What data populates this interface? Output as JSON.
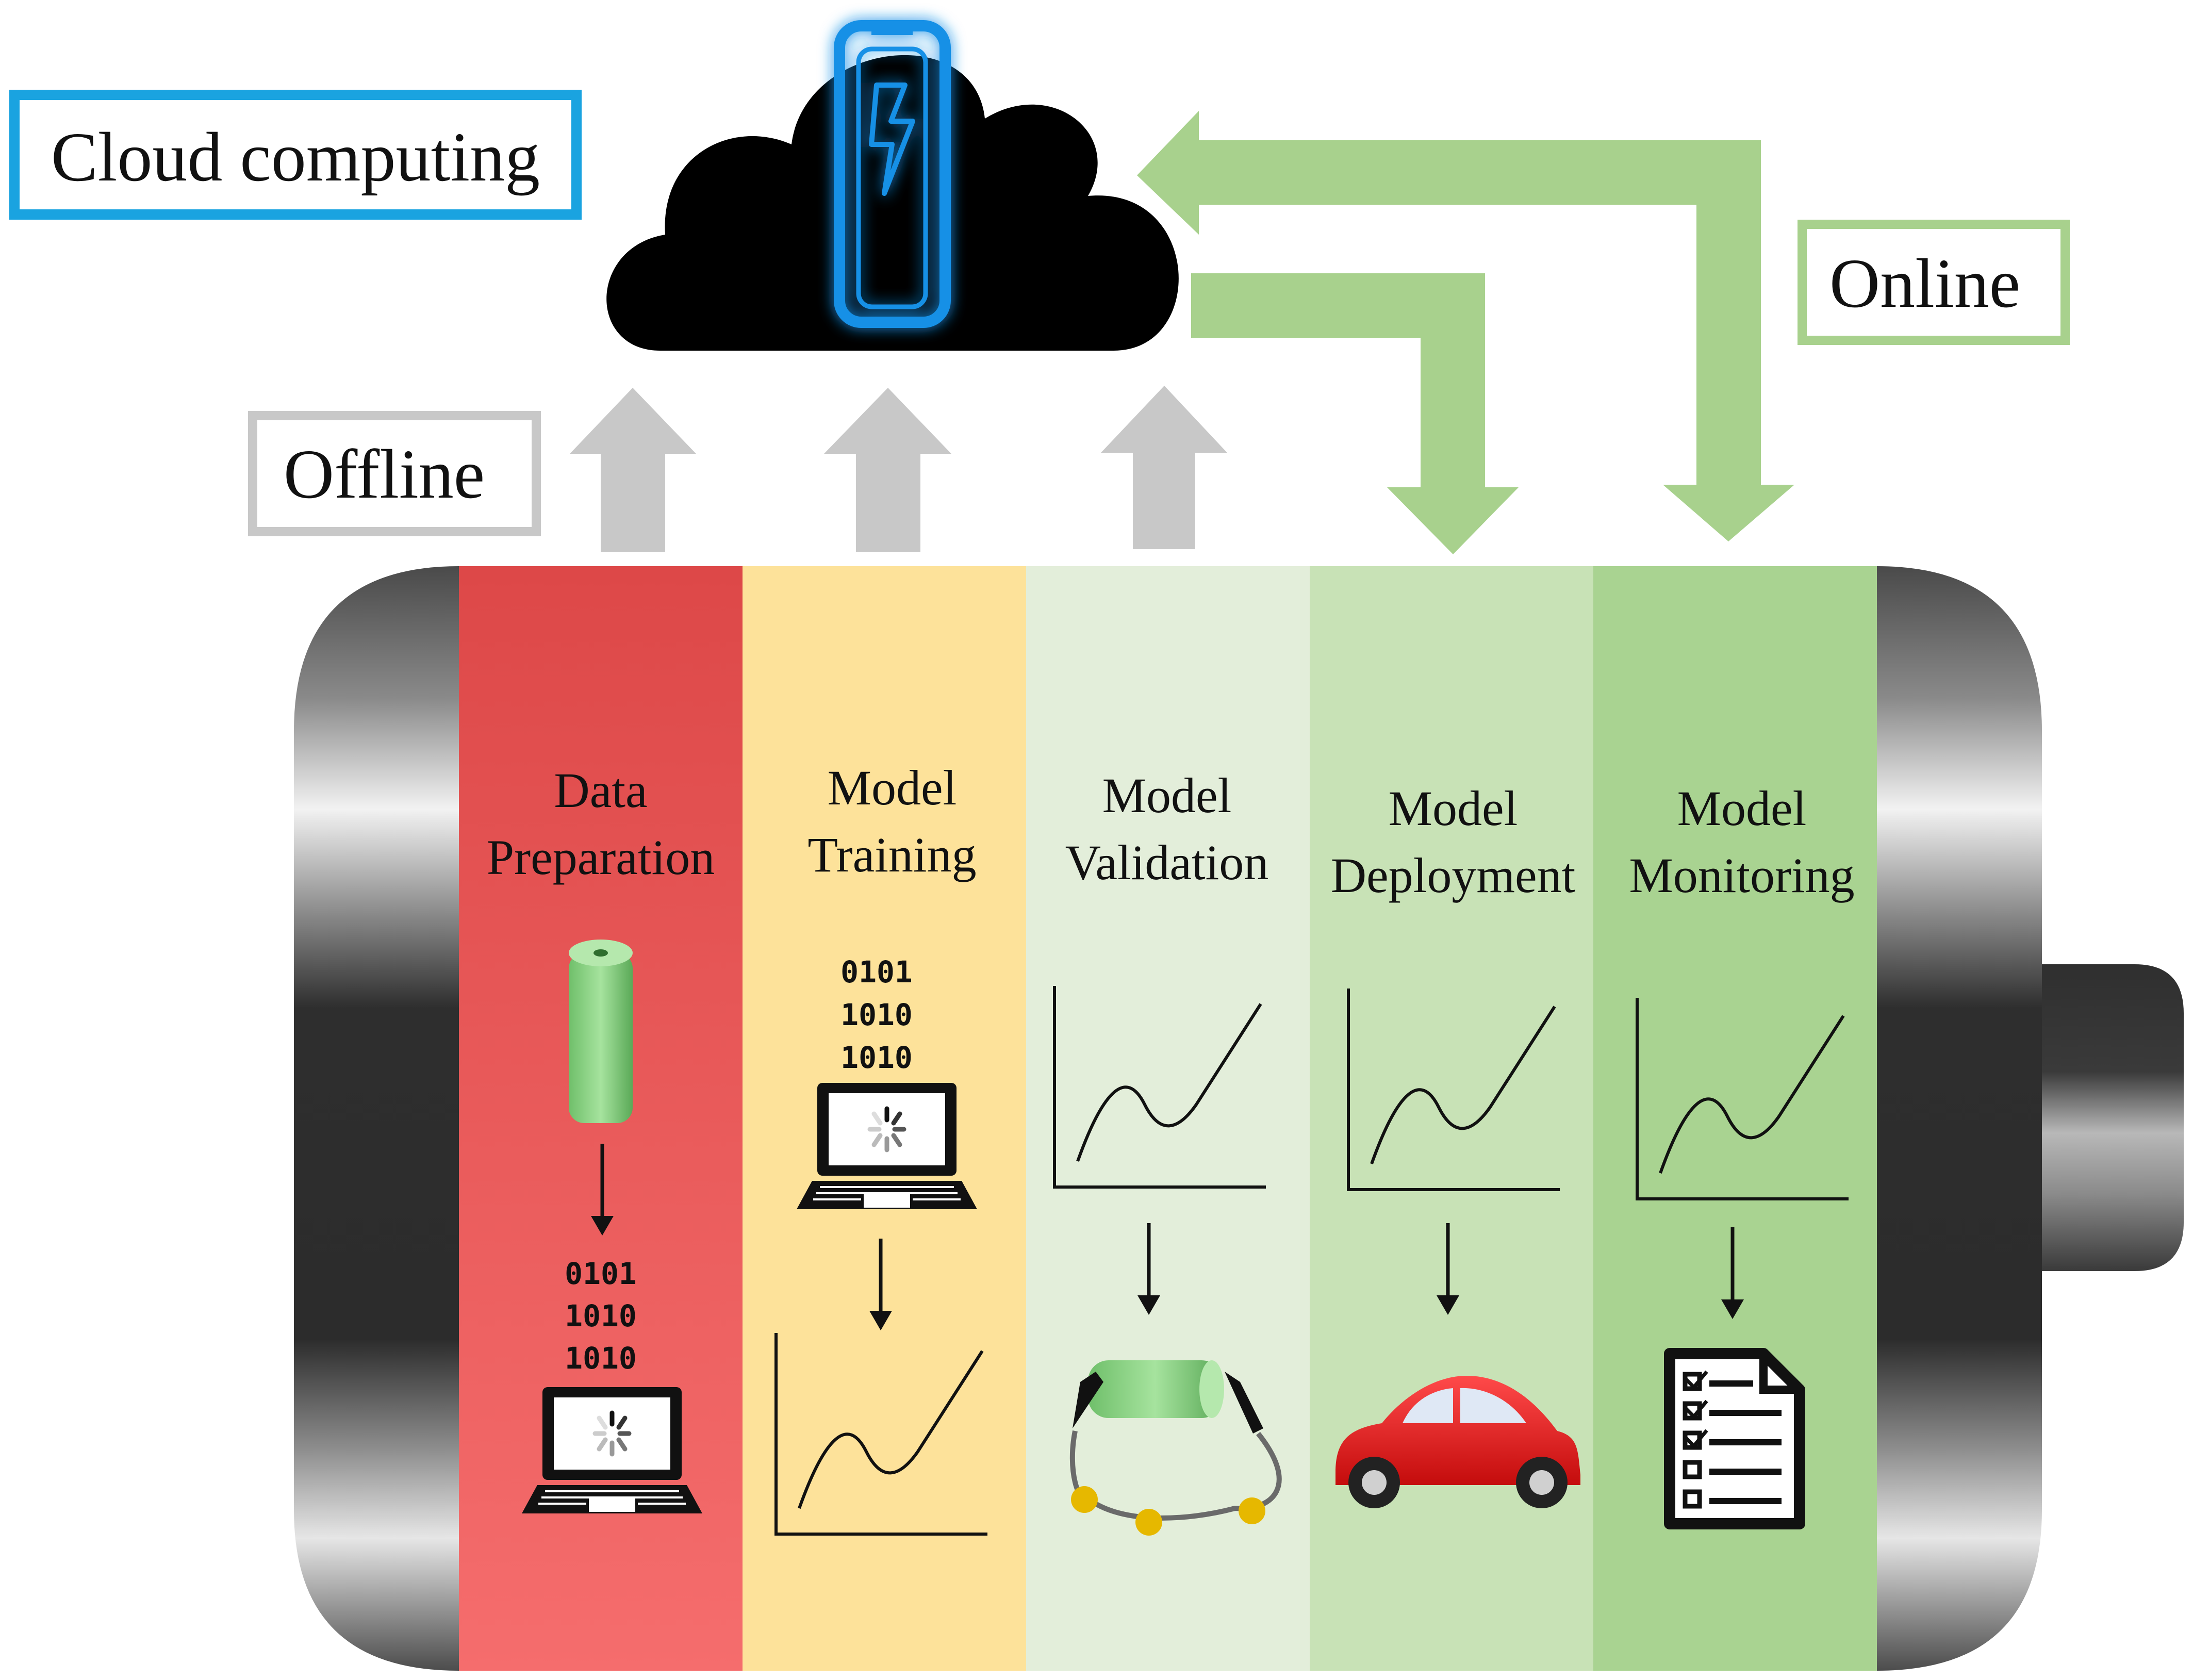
{
  "labels": {
    "cloud": "Cloud computing",
    "offline": "Offline",
    "online": "Online"
  },
  "stages": [
    {
      "line1": "Data",
      "line2": "Preparation",
      "color": "#e14e4e"
    },
    {
      "line1": "Model",
      "line2": "Training",
      "color": "#fde29a"
    },
    {
      "line1": "Model",
      "line2": "Validation",
      "color": "#e3eeda"
    },
    {
      "line1": "Model",
      "line2": "Deployment",
      "color": "#c8e2b6"
    },
    {
      "line1": "Model",
      "line2": "Monitoring",
      "color": "#a9d391"
    }
  ],
  "binary": {
    "row1": "0101",
    "row2": "1010",
    "row3": "1010"
  },
  "colors": {
    "cloud_border": "#1aa3e0",
    "online_arrow": "#a8d18d",
    "offline_arrow": "#c8c8c8",
    "battery_glow": "#1590e6",
    "cloud": "#000000"
  },
  "icons": {
    "cloud": "cloud-icon",
    "battery": "battery-icon",
    "cell": "battery-cell-icon",
    "laptop": "laptop-icon",
    "chart": "line-chart-icon",
    "tester": "battery-tester-icon",
    "car": "car-icon",
    "report": "checklist-report-icon"
  }
}
